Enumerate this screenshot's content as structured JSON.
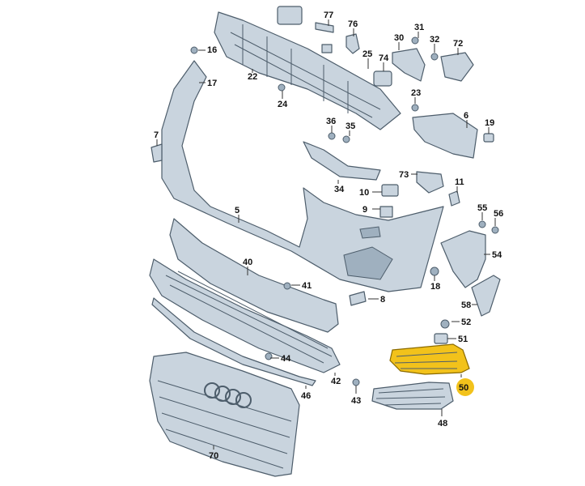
{
  "diagram": {
    "title": "Front bumper exploded parts diagram",
    "highlight_color": "#f2c21b",
    "part_color": "#c9d4de",
    "highlighted_part": "50",
    "labels": [
      "77",
      "76",
      "31",
      "30",
      "32",
      "72",
      "16",
      "17",
      "22",
      "25",
      "74",
      "24",
      "23",
      "6",
      "19",
      "36",
      "35",
      "7",
      "73",
      "11",
      "34",
      "10",
      "9",
      "55",
      "56",
      "5",
      "54",
      "40",
      "41",
      "18",
      "8",
      "58",
      "52",
      "51",
      "44",
      "50",
      "42",
      "46",
      "43",
      "48",
      "70"
    ]
  }
}
